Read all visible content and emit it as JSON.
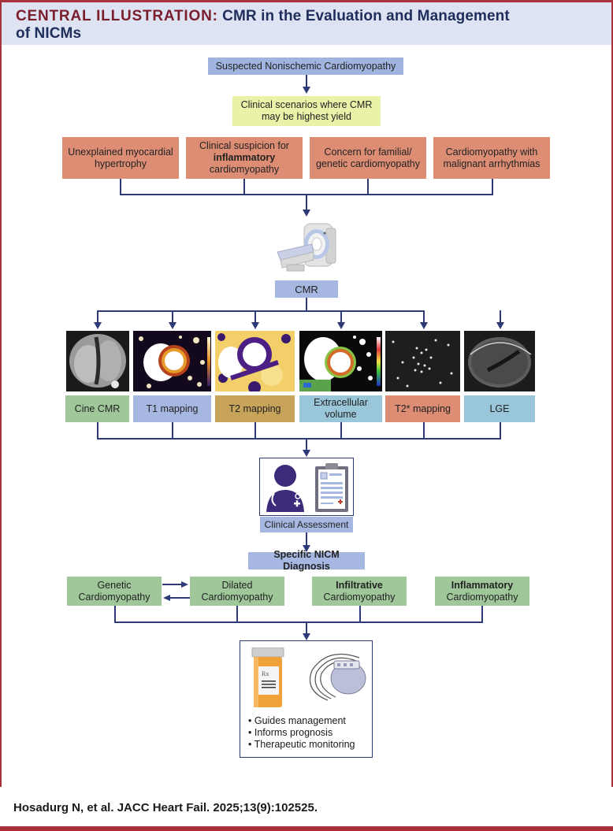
{
  "header": {
    "label": "CENTRAL ILLUSTRATION:",
    "title_line1": "CMR in the Evaluation and Management",
    "title_line2": "of NICMs"
  },
  "flow": {
    "start": "Suspected Nonischemic Cardiomyopathy",
    "scenarios_heading_line1": "Clinical scenarios where CMR",
    "scenarios_heading_line2": "may be highest yield",
    "scenarios": [
      {
        "line1": "Unexplained myocardial",
        "line2": "hypertrophy",
        "line3": ""
      },
      {
        "line1": "Clinical suspicion for",
        "line2": "inflammatory",
        "line3": "cardiomyopathy"
      },
      {
        "line1": "Concern for familial/",
        "line2": "genetic cardiomyopathy",
        "line3": ""
      },
      {
        "line1": "Cardiomyopathy with",
        "line2": "malignant arrhythmias",
        "line3": ""
      }
    ],
    "cmr_label": "CMR",
    "techniques": [
      {
        "line1": "Cine CMR",
        "line2": "",
        "color": "#9fc79a"
      },
      {
        "line1": "T1 mapping",
        "line2": "",
        "color": "#a6b8e2"
      },
      {
        "line1": "T2 mapping",
        "line2": "",
        "color": "#c7a45a"
      },
      {
        "line1": "Extracellular",
        "line2": "volume",
        "color": "#99c6d9"
      },
      {
        "line1": "T2* mapping",
        "line2": "",
        "color": "#dc8d74"
      },
      {
        "line1": "LGE",
        "line2": "",
        "color": "#99c6d9"
      }
    ],
    "clinical_assessment": "Clinical Assessment",
    "diagnosis_heading": "Specific NICM Diagnosis",
    "diagnoses": [
      {
        "line1": "Genetic",
        "line2": "Cardiomyopathy"
      },
      {
        "line1": "Dilated",
        "line2": "Cardiomyopathy"
      },
      {
        "line1": "Infiltrative",
        "line2": "Cardiomyopathy"
      },
      {
        "line1": "Inflammatory",
        "line2": "Cardiomyopathy"
      }
    ],
    "outcomes": [
      "• Guides management",
      "• Informs prognosis",
      "• Therapeutic monitoring"
    ],
    "rx_label": "Rx"
  },
  "citation": "Hosadurg N, et al. JACC Heart Fail. 2025;13(9):102525."
}
